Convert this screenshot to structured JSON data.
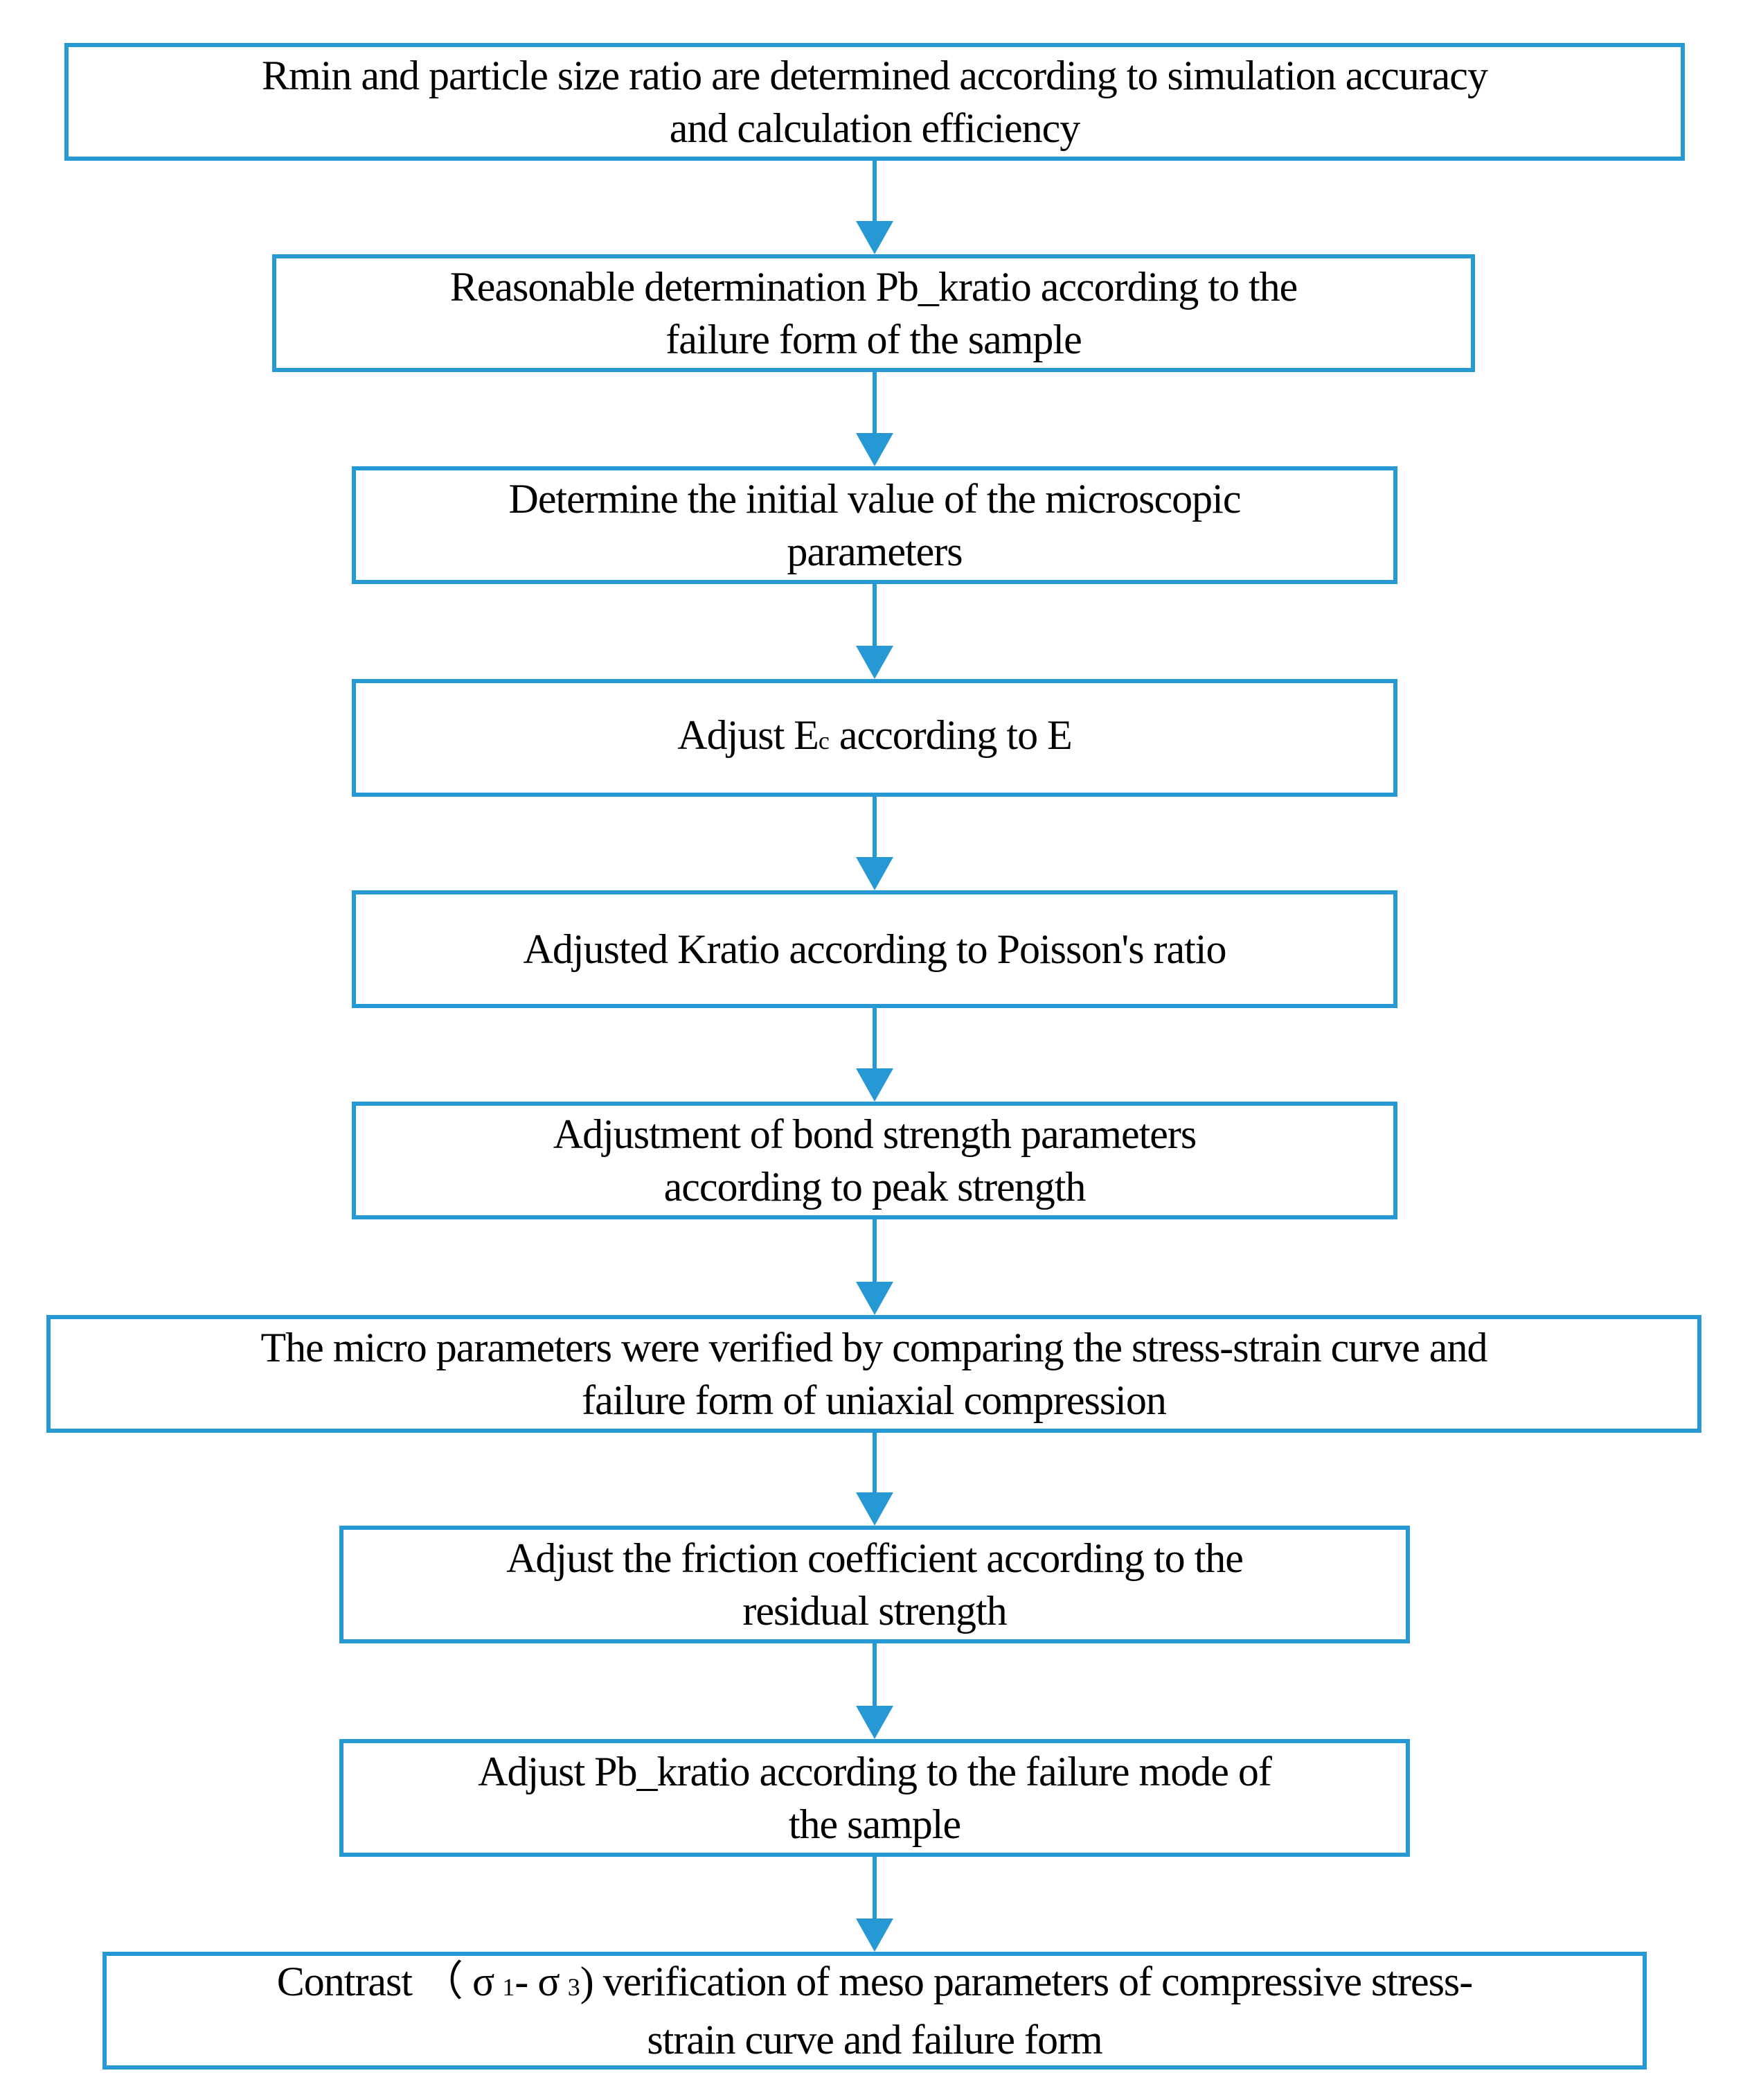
{
  "figure": {
    "type": "flowchart",
    "direction": "top-down",
    "theme": {
      "accent_color": "#2699d4",
      "text_color": "#000000",
      "background_color": "#ffffff"
    },
    "boxes": [
      {
        "id": 1,
        "lines": [
          "Rmin and particle size ratio are determined according to simulation accuracy",
          "and calculation efficiency"
        ]
      },
      {
        "id": 2,
        "lines": [
          "Reasonable determination Pb_kratio according to the",
          "failure form of the sample"
        ]
      },
      {
        "id": 3,
        "lines": [
          "Determine the initial value of the microscopic",
          "parameters"
        ]
      },
      {
        "id": 4,
        "lines": [
          [
            "Adjust E",
            "c",
            " according to E"
          ]
        ]
      },
      {
        "id": 5,
        "lines": [
          "Adjusted Kratio according to Poisson's ratio"
        ]
      },
      {
        "id": 6,
        "lines": [
          "Adjustment of bond strength parameters",
          "according to peak strength"
        ]
      },
      {
        "id": 7,
        "lines": [
          "The micro parameters were verified by comparing the stress-strain curve and",
          "failure form of uniaxial compression"
        ]
      },
      {
        "id": 8,
        "lines": [
          "Adjust the friction coefficient according to the",
          "residual strength"
        ]
      },
      {
        "id": 9,
        "lines": [
          "Adjust Pb_kratio according to the failure mode of",
          "the sample"
        ]
      },
      {
        "id": 10,
        "lines": [
          [
            "Contrast （ σ",
            "1",
            "- σ",
            "3",
            ") verification of meso parameters of compressive stress-"
          ],
          "strain curve and failure form"
        ]
      }
    ],
    "connections": [
      {
        "from": 1,
        "to": 2
      },
      {
        "from": 2,
        "to": 3
      },
      {
        "from": 3,
        "to": 4
      },
      {
        "from": 4,
        "to": 5
      },
      {
        "from": 5,
        "to": 6
      },
      {
        "from": 6,
        "to": 7
      },
      {
        "from": 7,
        "to": 8
      },
      {
        "from": 8,
        "to": 9
      },
      {
        "from": 9,
        "to": 10
      }
    ]
  }
}
